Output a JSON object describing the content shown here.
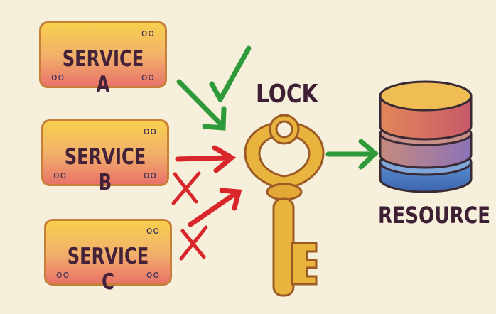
{
  "diagram": {
    "services": [
      {
        "label": "SERVICE A",
        "status": "allowed"
      },
      {
        "label": "SERVICE B",
        "status": "denied"
      },
      {
        "label": "SERVICE C",
        "status": "denied"
      }
    ],
    "lock": {
      "label": "LOCK",
      "icon": "key-icon"
    },
    "resource": {
      "label": "RESOURCE",
      "icon": "database-icon"
    },
    "decor": {
      "dots": "oo"
    },
    "colors": {
      "allowed": "#2f9a3a",
      "denied": "#d8262a",
      "key": "#e3a836",
      "text": "#43223a",
      "background": "#f6efdc"
    }
  }
}
